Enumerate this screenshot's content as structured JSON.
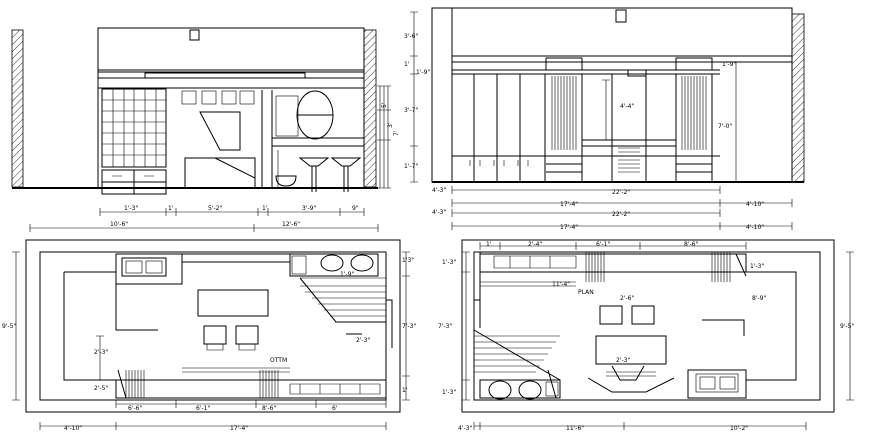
{
  "colors": {
    "line": "#000000",
    "background": "#ffffff"
  },
  "elevation_left": {
    "dims_bottom": [
      "1'-3\"",
      "1'",
      "5'-2\"",
      "1'",
      "3'-9\"",
      "9\"",
      "10'-6\"",
      "12'-6\""
    ],
    "dims_right": [
      "5'",
      "3'",
      "7'"
    ]
  },
  "elevation_right": {
    "dims_left": [
      "3'-6\"",
      "1'",
      "3'-7\"",
      "1'-7\"",
      "1'-9\"",
      "4'-3\"",
      "4'-3\""
    ],
    "dims_inner": [
      "4'-4\"",
      "7'-0\"",
      "1'-9\""
    ],
    "dims_bottom": [
      "22'-2\"",
      "17'-4\"",
      "4'-10\"",
      "22'-2\"",
      "17'-4\"",
      "4'-10\""
    ]
  },
  "plan_left": {
    "label": "OTTM",
    "dims": [
      "9'-5\"",
      "1'3\"",
      "7'-3\"",
      "1'",
      "2'-3\"",
      "2'-3\"",
      "2'-5\"",
      "1'-9\"",
      "6'-6\"",
      "6'-1\"",
      "8'-6\"",
      "6'",
      "4'-10\"",
      "17'-4\""
    ]
  },
  "plan_right": {
    "label": "PLAN",
    "dims": [
      "1'",
      "2'-4\"",
      "6'-1\"",
      "8'-6\"",
      "1'-3\"",
      "8'-9\"",
      "2'-6\"",
      "1'-3\"",
      "7'-3\"",
      "1'-3\"",
      "9'-5\"",
      "4'-3\"",
      "11'-6\"",
      "10'-2\"",
      "2'-3\"",
      "11'-4\""
    ]
  }
}
